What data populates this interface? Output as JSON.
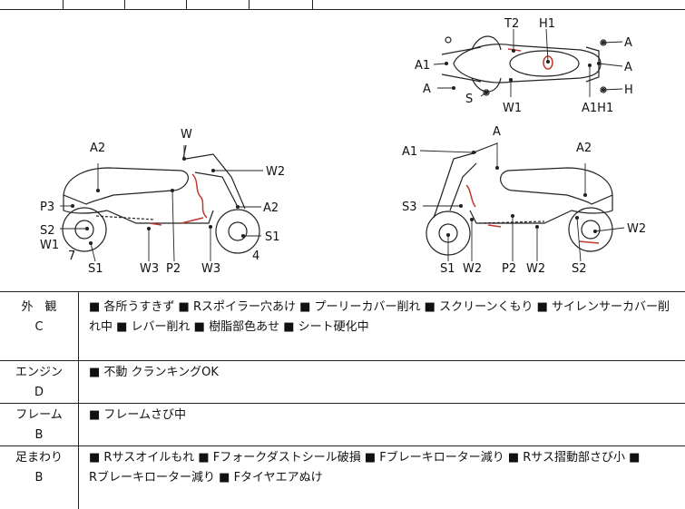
{
  "diagram": {
    "labels": {
      "T2": "T2",
      "H1": "H1",
      "A": "A",
      "A1": "A1",
      "H": "H",
      "S": "S",
      "W1": "W1",
      "A1H1": "A1H1",
      "W": "W",
      "A2": "A2",
      "W2": "W2",
      "P3": "P3",
      "S2": "S2",
      "7": "7",
      "S1": "S1",
      "W3": "W3",
      "P2": "P2",
      "4": "4",
      "S3": "S3"
    }
  },
  "sections": [
    {
      "name_line1": "外　観",
      "grade": "C",
      "items_line1": "■ 各所うすきず ■ Rスポイラー穴あけ ■ プーリーカバー削れ ■ スクリーンくもり ■ サイレンサーカバー削",
      "items_line2": "れ中 ■ レバー削れ ■ 樹脂部色あせ ■ シート硬化中"
    },
    {
      "name_line1": "エンジン",
      "grade": "D",
      "items_line1": "■ 不動 クランキングOK",
      "items_line2": ""
    },
    {
      "name_line1": "フレーム",
      "grade": "B",
      "items_line1": "■ フレームさび中",
      "items_line2": ""
    },
    {
      "name_line1": "足まわり",
      "grade": "B",
      "items_line1": "■ Rサスオイルもれ ■ Fフォークダストシール破損 ■ Fブレーキローター減り ■ Rサス摺動部さび小 ■",
      "items_line2": "Rブレーキローター減り ■ Fタイヤエアぬけ"
    }
  ],
  "colors": {
    "damage": "#c0392b",
    "line": "#222222"
  }
}
